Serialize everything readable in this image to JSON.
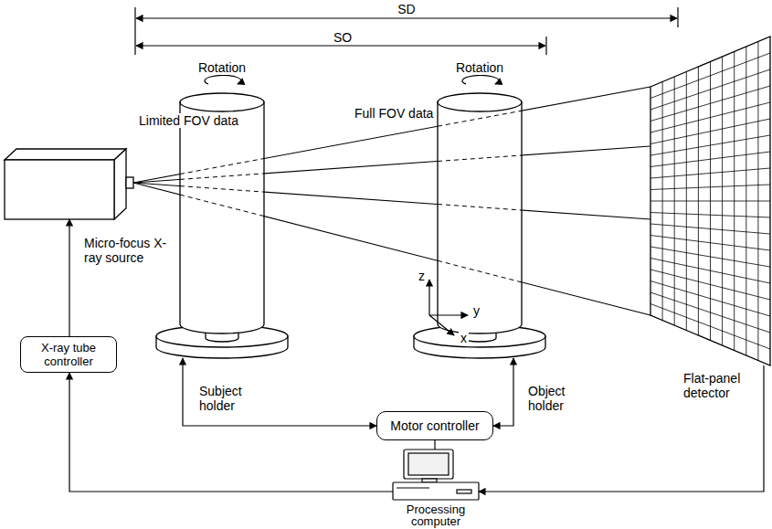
{
  "diagram": {
    "nodes": [
      {
        "text": [
          "Micro-focus X-ray source"
        ]
      },
      {
        "text": [
          "Subject holder"
        ]
      },
      {
        "text": [
          "Object holder"
        ]
      },
      {
        "text": [
          "Flat-panel detector"
        ]
      },
      {
        "text": [
          "X-ray tube controller"
        ]
      },
      {
        "text": [
          "Motor controller"
        ]
      },
      {
        "text": [
          "Processing computer"
        ]
      }
    ],
    "edges": [
      {
        "from": 4,
        "to": 0,
        "arrow": "to"
      },
      {
        "from": 6,
        "to": 4,
        "arrow": "to"
      },
      {
        "from": 5,
        "to": 1,
        "arrow": "both"
      },
      {
        "from": 5,
        "to": 2,
        "arrow": "both"
      },
      {
        "from": 6,
        "to": 5,
        "arrow": "none"
      },
      {
        "from": 3,
        "to": 6,
        "arrow": "to"
      }
    ],
    "labels": [
      "SD",
      "SO",
      "Rotation",
      "Rotation",
      "Limited FOV data",
      "Full FOV data",
      "z",
      "y",
      "x"
    ]
  }
}
